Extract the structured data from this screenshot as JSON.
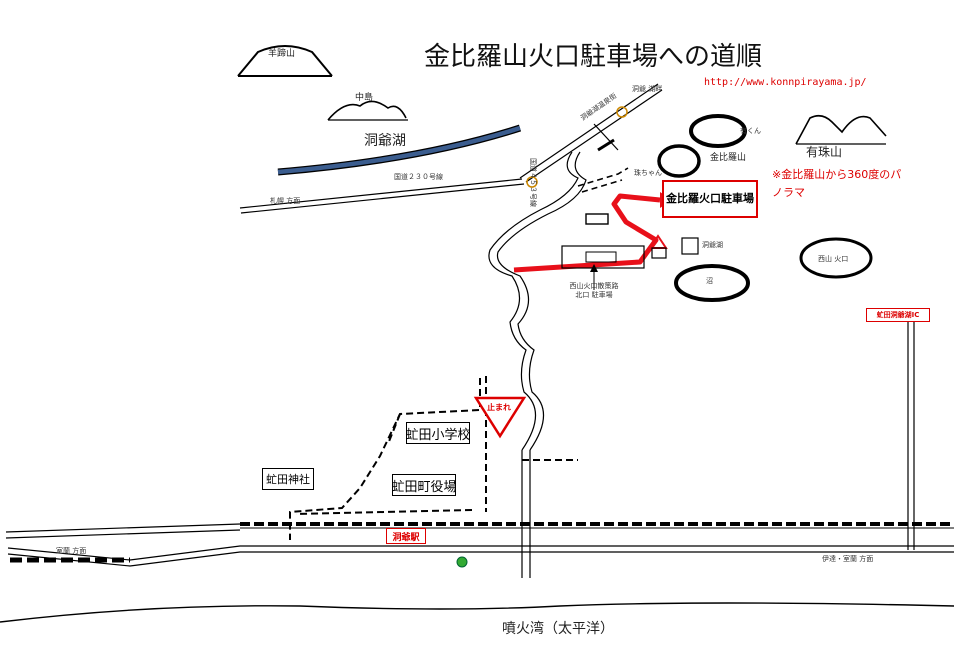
{
  "title": "金比羅山火口駐車場への道順",
  "url": "http://www.konnpirayama.jp/",
  "mountains": {
    "yotei": "羊蹄山",
    "nakajima": "中島",
    "usu": "有珠山"
  },
  "lake": "洞爺湖",
  "bay": "噴火湾（太平洋）",
  "parking_label": "金比羅火口駐車場",
  "panorama_note": "※金比羅山から360度のパノラマ",
  "craters": {
    "konpira": "金比羅山",
    "yukun": "有くん",
    "tamachan": "珠ちゃん",
    "nishiyama": "西山 火口",
    "pond": "沼"
  },
  "info_center": "西山火口散策路北口 駐車場",
  "facility_small": "洞爺湖",
  "stop_sign": "止まれ",
  "places": {
    "school": "虻田小学校",
    "shrine": "虻田神社",
    "town_office": "虻田町役場",
    "station": "洞爺駅"
  },
  "interchange": "虻田洞爺湖IC",
  "road_labels": {
    "sapporo": "札幌 方面",
    "route230": "国道２３０号線",
    "route453": "国道４５３号線",
    "muroran_left": "室蘭 方面",
    "date_right": "伊達・室蘭 方面",
    "onsen_road": "洞爺湖温泉街",
    "lakeside": "洞爺 湖畔"
  },
  "colors": {
    "route": "#e8101a",
    "lake": "#3b5d8f",
    "accent": "#d00000",
    "line": "#000000"
  }
}
